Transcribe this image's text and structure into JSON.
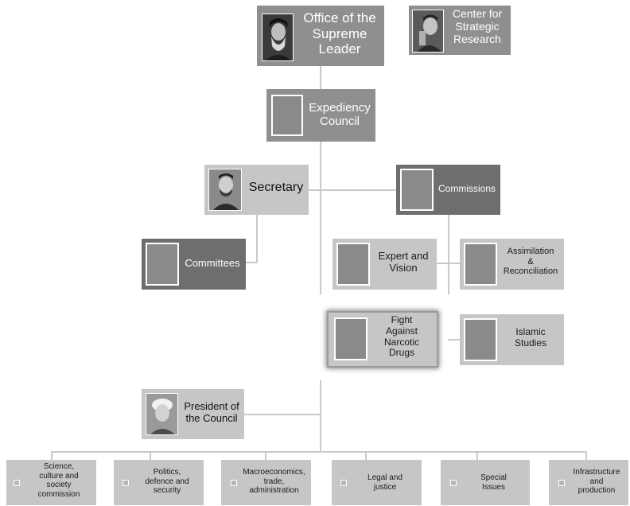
{
  "top": {
    "supreme_leader": "Office of the\nSupreme\nLeader",
    "strategic_research": "Center for\nStrategic\nResearch"
  },
  "expediency_council": "Expediency\nCouncil",
  "secretary": "Secretary",
  "commissions": "Commissions",
  "committees": "Committees",
  "expert_vision": "Expert and\nVision",
  "assimilation": "Assimilation\n&\nReconciliation",
  "narcotic": "Fight\nAgainst\nNarcotic\nDrugs",
  "islamic": "Islamic\nStudies",
  "president": "President of\nthe Council",
  "bottom": [
    "Science,\nculture and\nsociety\ncommission",
    "Politics,\ndefence and\nsecurity",
    "Macroeconomics,\ntrade,\nadministration",
    "Legal and\njustice",
    "Special\nIssues",
    "Infrastructure\nand\nproduction"
  ]
}
